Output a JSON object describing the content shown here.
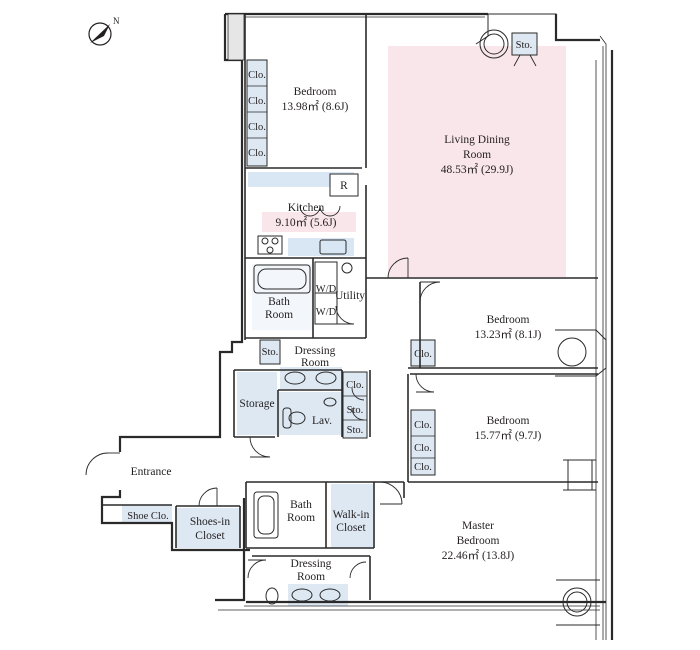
{
  "colors": {
    "wall": "#3a3a3a",
    "living_fill": "#f9e6ea",
    "storage_fill": "#dde8f3",
    "kitchen_strip": "#d9e7f5",
    "line": "#2a2a2a"
  },
  "compass": {
    "icon": "north-arrow-icon",
    "letter": "N"
  },
  "rooms": {
    "bedroom_top": {
      "name": "Bedroom",
      "area": "13.98㎡ (8.6J)"
    },
    "living": {
      "name_1": "Living Dining",
      "name_2": "Room",
      "area": "48.53㎡ (29.9J)"
    },
    "kitchen": {
      "name": "Kitchen",
      "area": "9.10㎡ (5.6J)",
      "fridge": "R"
    },
    "bath_top": {
      "name_1": "Bath",
      "name_2": "Room"
    },
    "utility": {
      "name": "Utility",
      "wd_1": "W/D",
      "wd_2": "W/D"
    },
    "bedroom_mid": {
      "name": "Bedroom",
      "area": "13.23㎡ (8.1J)"
    },
    "dressing_top": {
      "name_1": "Dressing",
      "name_2": "Room"
    },
    "storage": {
      "name": "Storage"
    },
    "lav": {
      "name": "Lav."
    },
    "bedroom_lower": {
      "name": "Bedroom",
      "area": "15.77㎡ (9.7J)"
    },
    "entrance": {
      "name": "Entrance"
    },
    "shoe_clo": {
      "name": "Shoe Clo."
    },
    "shoes_in": {
      "name_1": "Shoes-in",
      "name_2": "Closet"
    },
    "bath_bottom": {
      "name_1": "Bath",
      "name_2": "Room"
    },
    "walk_in": {
      "name_1": "Walk-in",
      "name_2": "Closet"
    },
    "master": {
      "name_1": "Master",
      "name_2": "Bedroom",
      "area": "22.46㎡ (13.8J)"
    },
    "dressing_bottom": {
      "name_1": "Dressing",
      "name_2": "Room"
    }
  },
  "closets": {
    "top_bedroom": [
      "Clo.",
      "Clo.",
      "Clo.",
      "Clo."
    ],
    "balcony_sto": "Sto.",
    "dressing_sto": "Sto.",
    "bedroom_mid_clo": "Clo.",
    "hall_stack": [
      "Clo.",
      "Sto.",
      "Sto."
    ],
    "bedroom_lower_clo": [
      "Clo.",
      "Clo.",
      "Clo."
    ]
  }
}
